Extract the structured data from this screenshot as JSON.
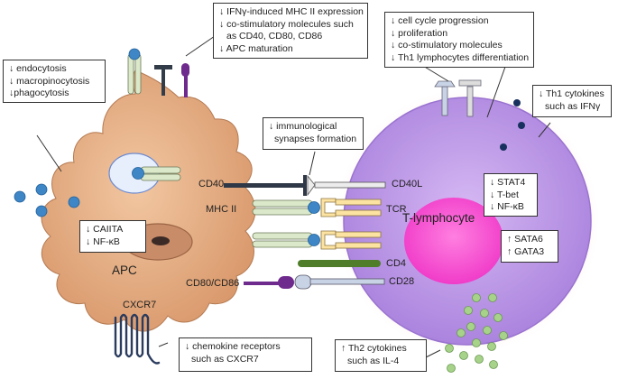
{
  "labels": {
    "apc": "APC",
    "t_lymphocyte": "T-lymphocyte",
    "cd40": "CD40",
    "cd40l": "CD40L",
    "mhc2": "MHC II",
    "tcr": "TCR",
    "cd4": "CD4",
    "cd28": "CD28",
    "cd80_86": "CD80/CD86",
    "cxcr7": "CXCR7"
  },
  "boxes": {
    "mhc_expression": [
      "↓ IFNγ-induced MHC II expression",
      "↓ co-stimulatory molecules such",
      "as CD40, CD80, CD86",
      "↓ APC maturation"
    ],
    "endocytosis": [
      "↓ endocytosis",
      "↓ macropinocytosis",
      "↓phagocytosis"
    ],
    "cell_cycle": [
      "↓ cell cycle progression",
      "↓ proliferation",
      "↓ co-stimulatory molecules",
      "↓ Th1 lymphocytes differentiation"
    ],
    "th1_cytokines": [
      "↓ Th1 cytokines",
      "such as IFNγ"
    ],
    "synapses": [
      "↓ immunological",
      "synapses formation"
    ],
    "ciita": [
      "↓ CAIITA",
      "↓ NF-κB"
    ],
    "stat4": [
      "↓ STAT4",
      "↓ T-bet",
      "↓ NF-κB"
    ],
    "sata6": [
      "↑ SATA6",
      "↑ GATA3"
    ],
    "chemokine": [
      "↓ chemokine receptors",
      "such as CXCR7"
    ],
    "th2_cytokines": [
      "↑ Th2 cytokines",
      "such as IL-4"
    ]
  },
  "colors": {
    "apc_fill": "#dfa57c",
    "t_cell_fill": "#b58de6",
    "t_cell_glow": "#fbd6cf",
    "nucleus_t": "#ff4fd1",
    "mhc_green": "#dbe8c9",
    "tcr_yellow": "#fde3a2",
    "antigen_blue": "#3f86c6",
    "cd4_green": "#4f7d2a",
    "cd80_purple": "#6e2a8c",
    "cd28_light": "#c9d3e6",
    "th1_dot": "#17305e",
    "th2_dot": "#a6d28a",
    "cxcr7_navy": "#2a3b5e"
  }
}
